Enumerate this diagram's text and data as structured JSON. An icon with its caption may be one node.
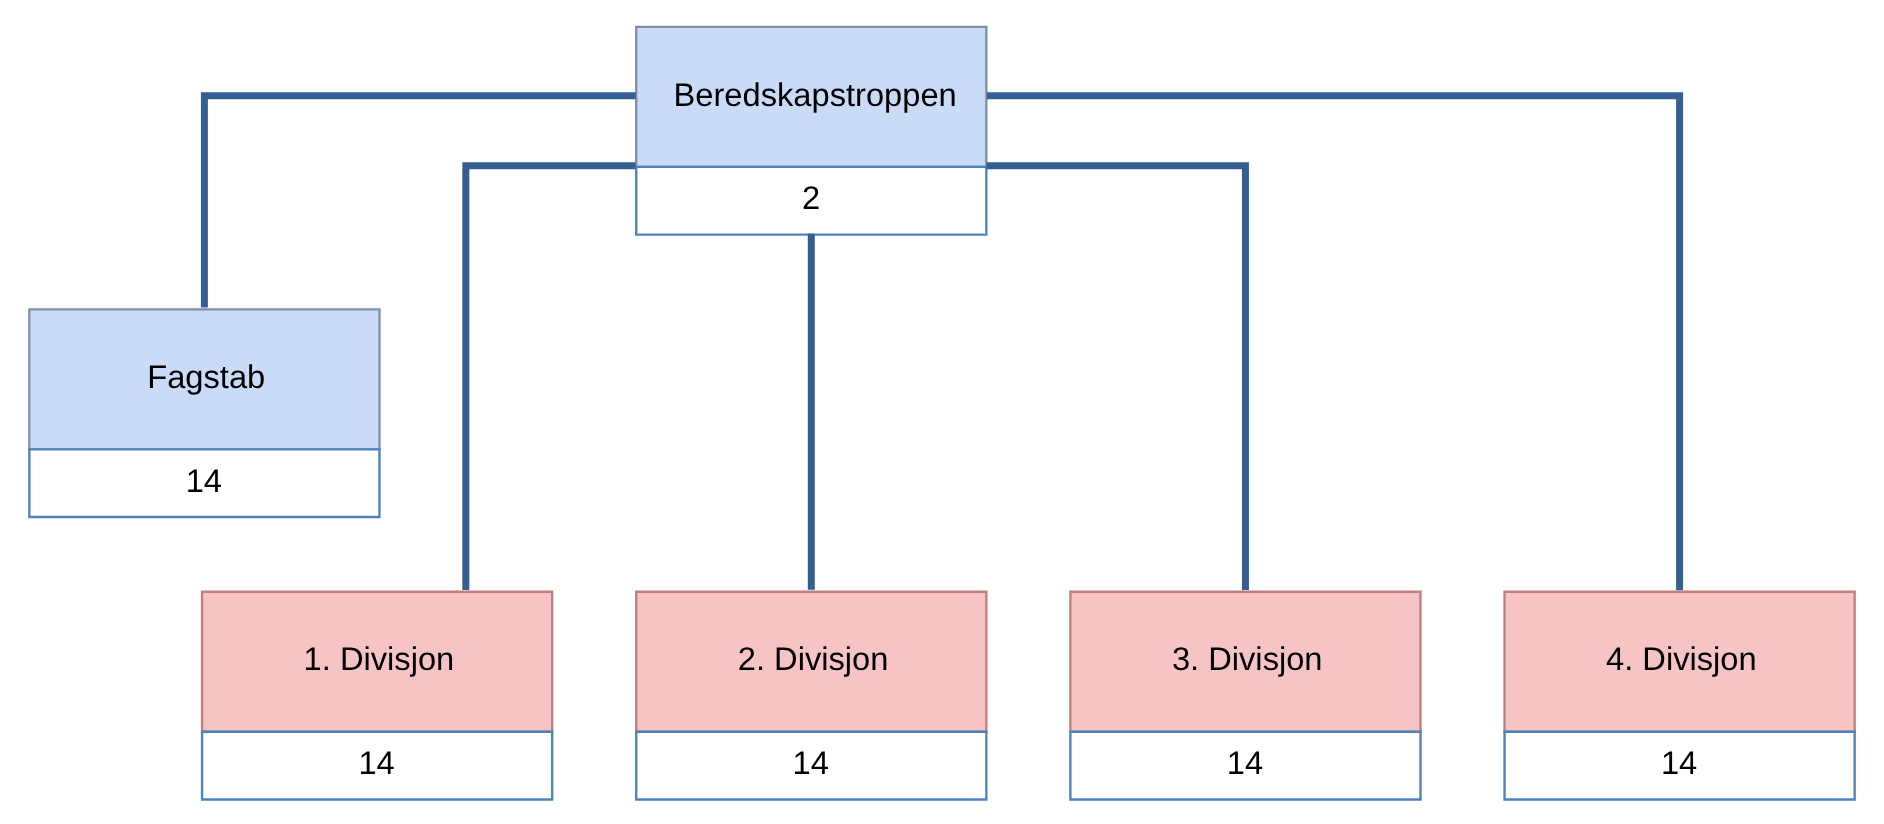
{
  "diagram": {
    "nodes": [
      {
        "text": [
          "Beredskapstroppen",
          "2"
        ]
      },
      {
        "text": [
          "Fagstab",
          "14"
        ]
      },
      {
        "text": [
          "1. Divisjon",
          "14"
        ]
      },
      {
        "text": [
          "2. Divisjon",
          "14"
        ]
      },
      {
        "text": [
          "3. Divisjon",
          "14"
        ]
      },
      {
        "text": [
          "4. Divisjon",
          "14"
        ]
      }
    ],
    "edges": [
      {
        "from": 0,
        "to": 1,
        "arrow": "none"
      },
      {
        "from": 0,
        "to": 2,
        "arrow": "none"
      },
      {
        "from": 0,
        "to": 3,
        "arrow": "none"
      },
      {
        "from": 0,
        "to": 4,
        "arrow": "none"
      },
      {
        "from": 0,
        "to": 5,
        "arrow": "none"
      }
    ]
  }
}
